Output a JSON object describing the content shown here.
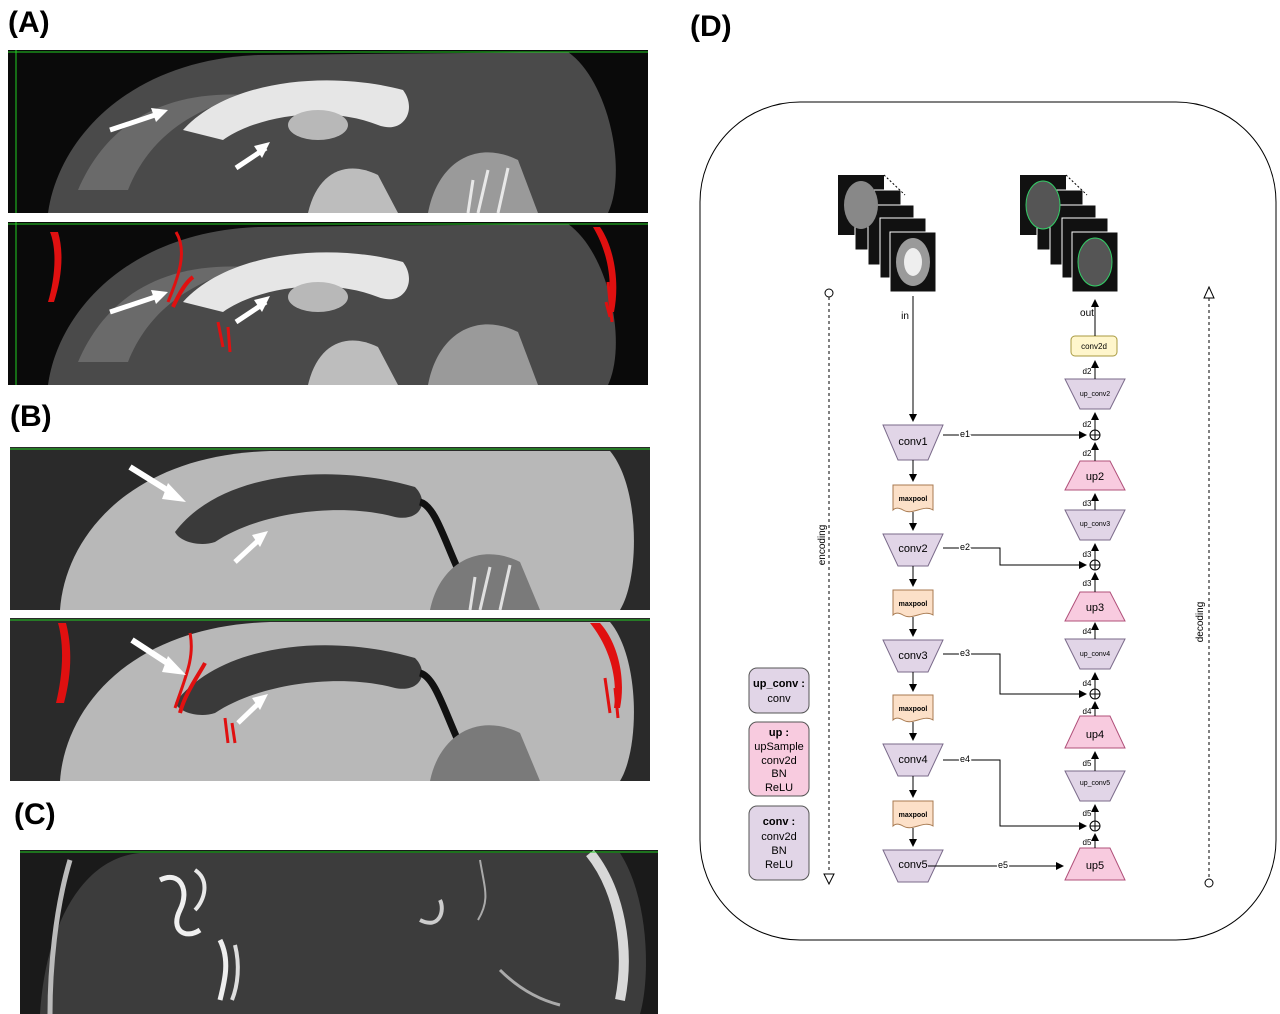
{
  "panels": {
    "a": "(A)",
    "b": "(B)",
    "c": "(C)",
    "d": "(D)"
  },
  "colors": {
    "conv": "#e1d5e7",
    "up": "#f8cbdf",
    "maxpool": "#fce0c8",
    "conv2d": "#fff6cc",
    "annotation": "#e01010",
    "guide": "#22cc22"
  },
  "diagram": {
    "input_label": "in",
    "output_label": "out",
    "encoding_label": "encoding",
    "decoding_label": "decoding",
    "encoder": [
      "conv1",
      "conv2",
      "conv3",
      "conv4",
      "conv5"
    ],
    "maxpool": "maxpool",
    "skips": [
      "e1",
      "e2",
      "e3",
      "e4",
      "e5"
    ],
    "decoder_up": [
      "up2",
      "up3",
      "up4",
      "up5"
    ],
    "decoder_upconv": [
      "up_conv2",
      "up_conv3",
      "up_conv4",
      "up_conv5"
    ],
    "final_conv": "conv2d",
    "edge_d2": "d2",
    "edge_d3": "d3",
    "edge_d4": "d4",
    "edge_d5": "d5",
    "legend": {
      "upconv_title": "up_conv :",
      "upconv_items": [
        "conv"
      ],
      "up_title": "up :",
      "up_items": [
        "upSample",
        "conv2d",
        "BN",
        "ReLU"
      ],
      "conv_title": "conv :",
      "conv_items": [
        "conv2d",
        "BN",
        "ReLU"
      ]
    }
  }
}
